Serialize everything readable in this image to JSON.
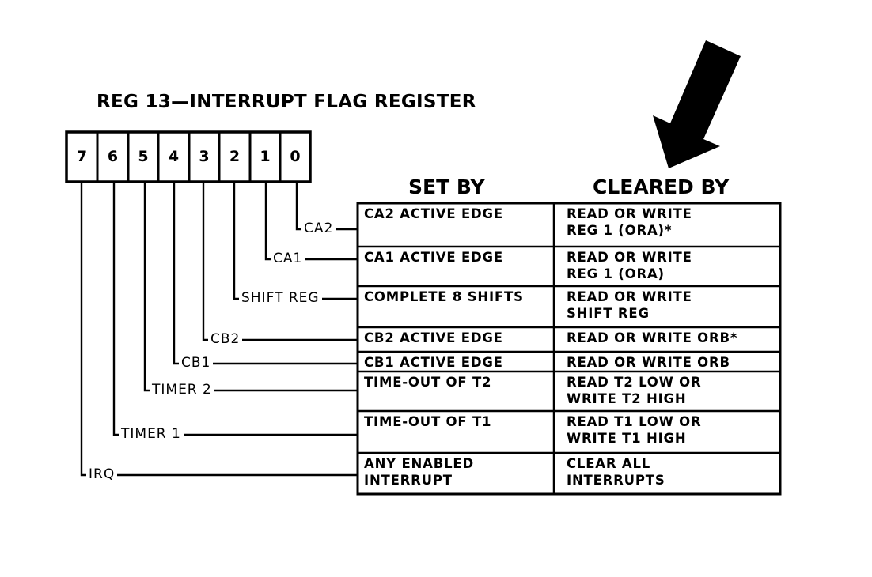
{
  "diagram": {
    "title": "REG 13—INTERRUPT FLAG REGISTER",
    "bits": [
      "7",
      "6",
      "5",
      "4",
      "3",
      "2",
      "1",
      "0"
    ],
    "columns": {
      "set_by": "SET BY",
      "cleared_by": "CLEARED BY"
    },
    "rows": [
      {
        "bit": "0",
        "label": "CA2",
        "set_by": "CA2 ACTIVE EDGE",
        "cleared_by": "READ OR WRITE\nREG 1 (ORA)*"
      },
      {
        "bit": "1",
        "label": "CA1",
        "set_by": "CA1 ACTIVE EDGE",
        "cleared_by": "READ OR WRITE\nREG 1 (ORA)"
      },
      {
        "bit": "2",
        "label": "SHIFT REG",
        "set_by": "COMPLETE 8 SHIFTS",
        "cleared_by": "READ OR WRITE\nSHIFT REG"
      },
      {
        "bit": "3",
        "label": "CB2",
        "set_by": "CB2 ACTIVE EDGE",
        "cleared_by": "READ OR WRITE ORB*"
      },
      {
        "bit": "4",
        "label": "CB1",
        "set_by": "CB1 ACTIVE EDGE",
        "cleared_by": "READ OR WRITE ORB"
      },
      {
        "bit": "5",
        "label": "TIMER 2",
        "set_by": "TIME-OUT OF T2",
        "cleared_by": "READ T2 LOW OR\nWRITE T2 HIGH"
      },
      {
        "bit": "6",
        "label": "TIMER 1",
        "set_by": "TIME-OUT OF T1",
        "cleared_by": "READ T1 LOW OR\nWRITE T1 HIGH"
      },
      {
        "bit": "7",
        "label": "IRQ",
        "set_by": "ANY ENABLED\nINTERRUPT",
        "cleared_by": "CLEAR ALL\nINTERRUPTS"
      }
    ],
    "annotation": {
      "icon": "arrow-down-left-icon",
      "points_to": "CLEARED BY"
    },
    "colors": {
      "ink": "#000000",
      "paper": "#ffffff"
    }
  }
}
